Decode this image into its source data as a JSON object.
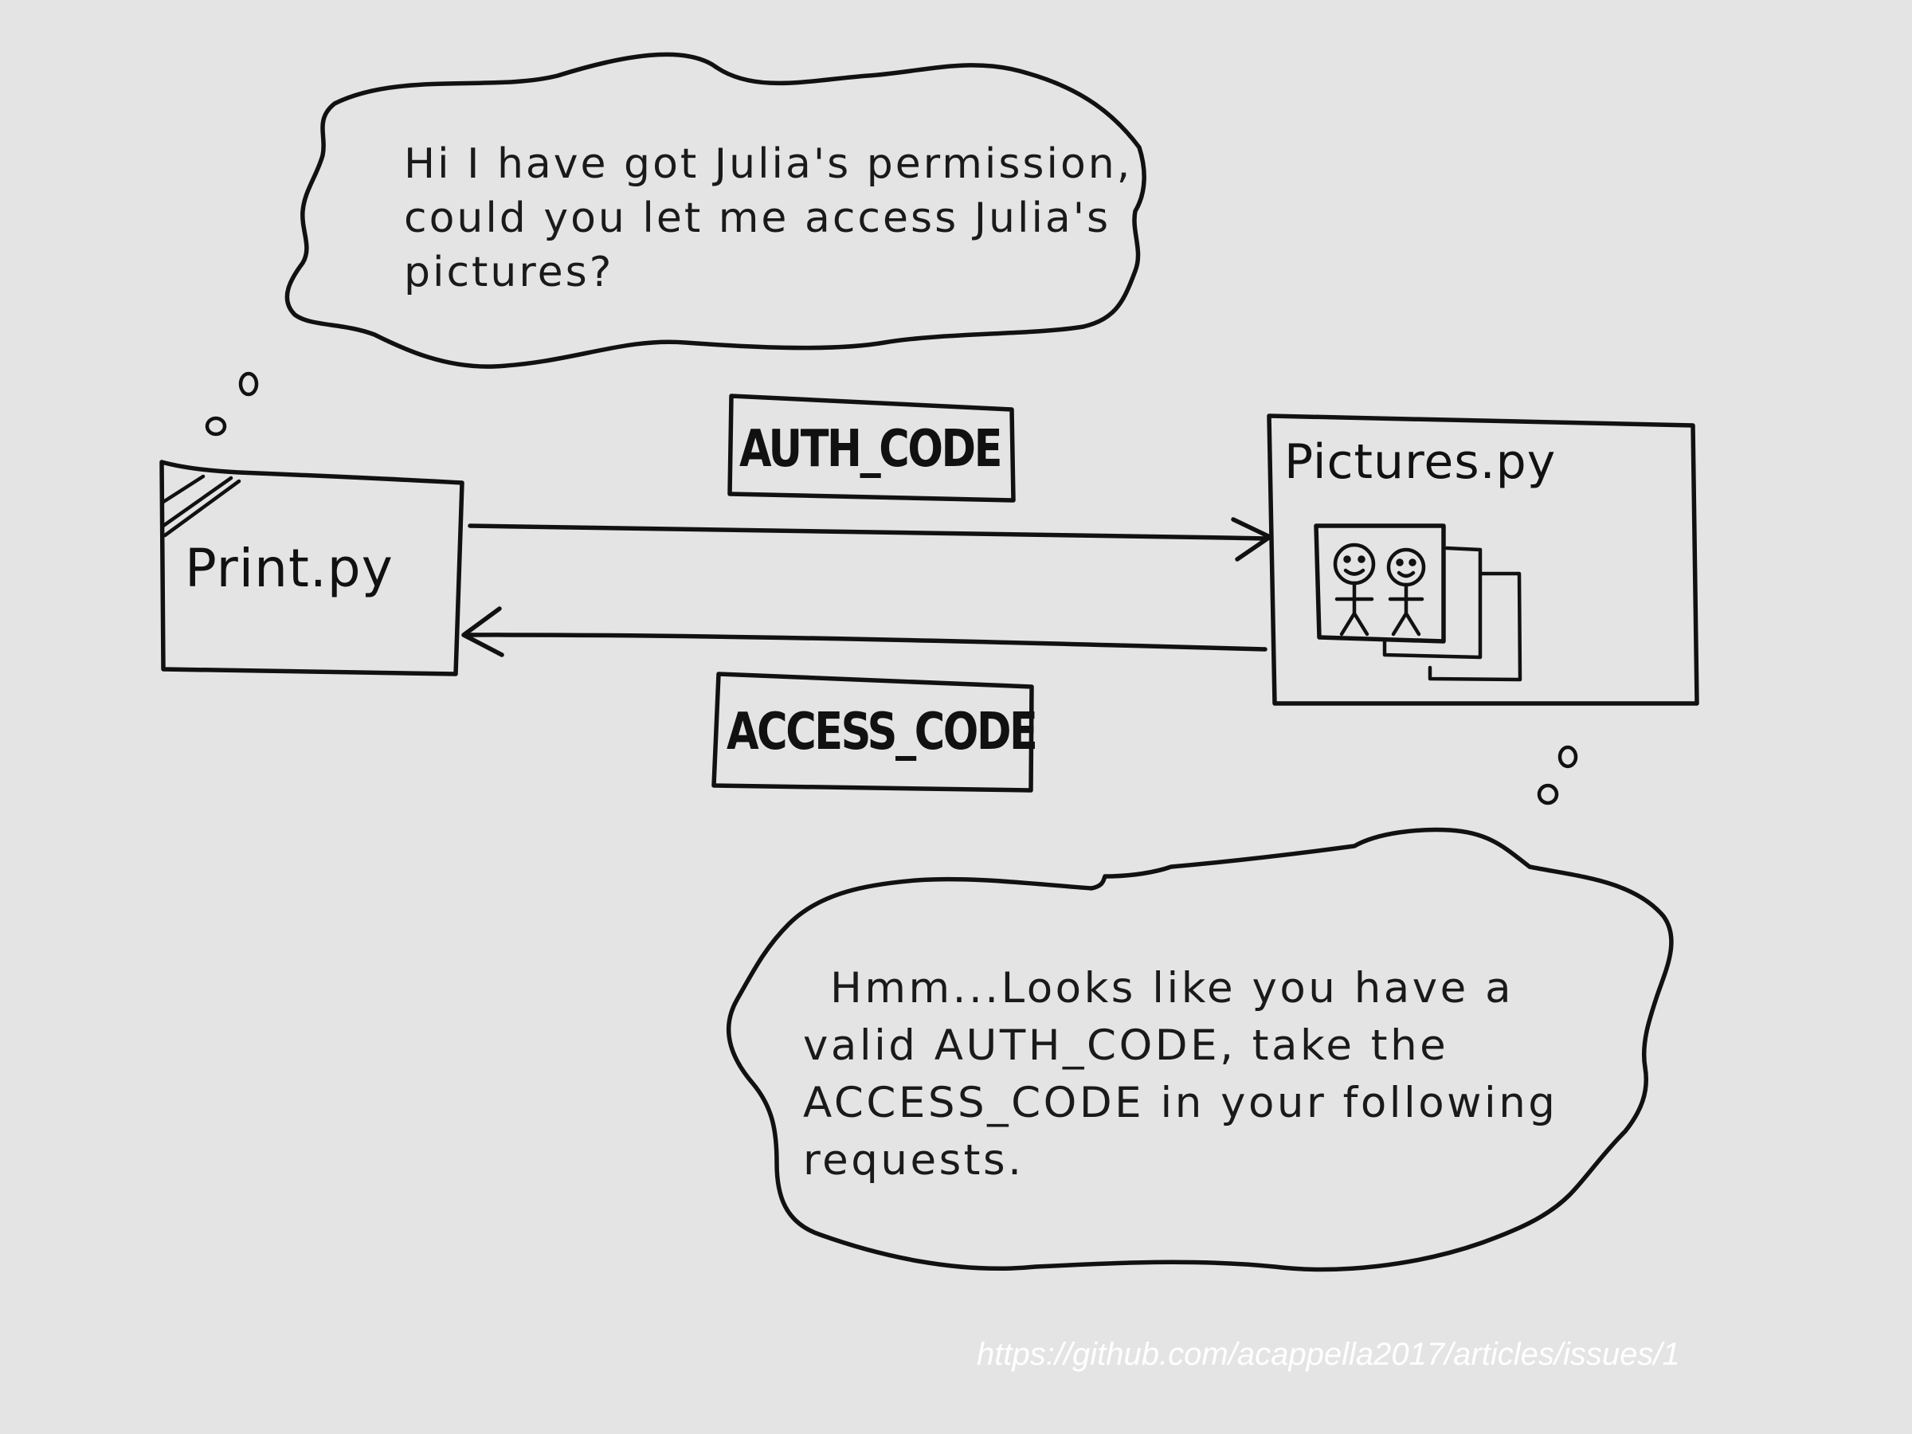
{
  "client": {
    "label": "Print.py"
  },
  "server": {
    "label": "Pictures.py"
  },
  "request": {
    "code_label": "AUTH_CODE"
  },
  "response": {
    "code_label": "ACCESS_CODE"
  },
  "client_bubble": {
    "lines": [
      "Hi I have got Julia's permission,",
      "could you let me access Julia's",
      "pictures?"
    ]
  },
  "server_bubble": {
    "lines": [
      "Hmm...Looks like you have a",
      "valid AUTH_CODE, take the",
      "ACCESS_CODE in your following",
      "requests."
    ]
  },
  "footer": {
    "url": "https://github.com/acappella2017/articles/issues/1"
  },
  "icons": [
    "thought-dot-icon",
    "arrow-right-icon",
    "arrow-left-icon",
    "pictures-stack-icon",
    "stick-figure-icon"
  ],
  "colors": {
    "background": "#e4e4e4",
    "ink": "#111111",
    "footer_text": "#ffffff"
  }
}
